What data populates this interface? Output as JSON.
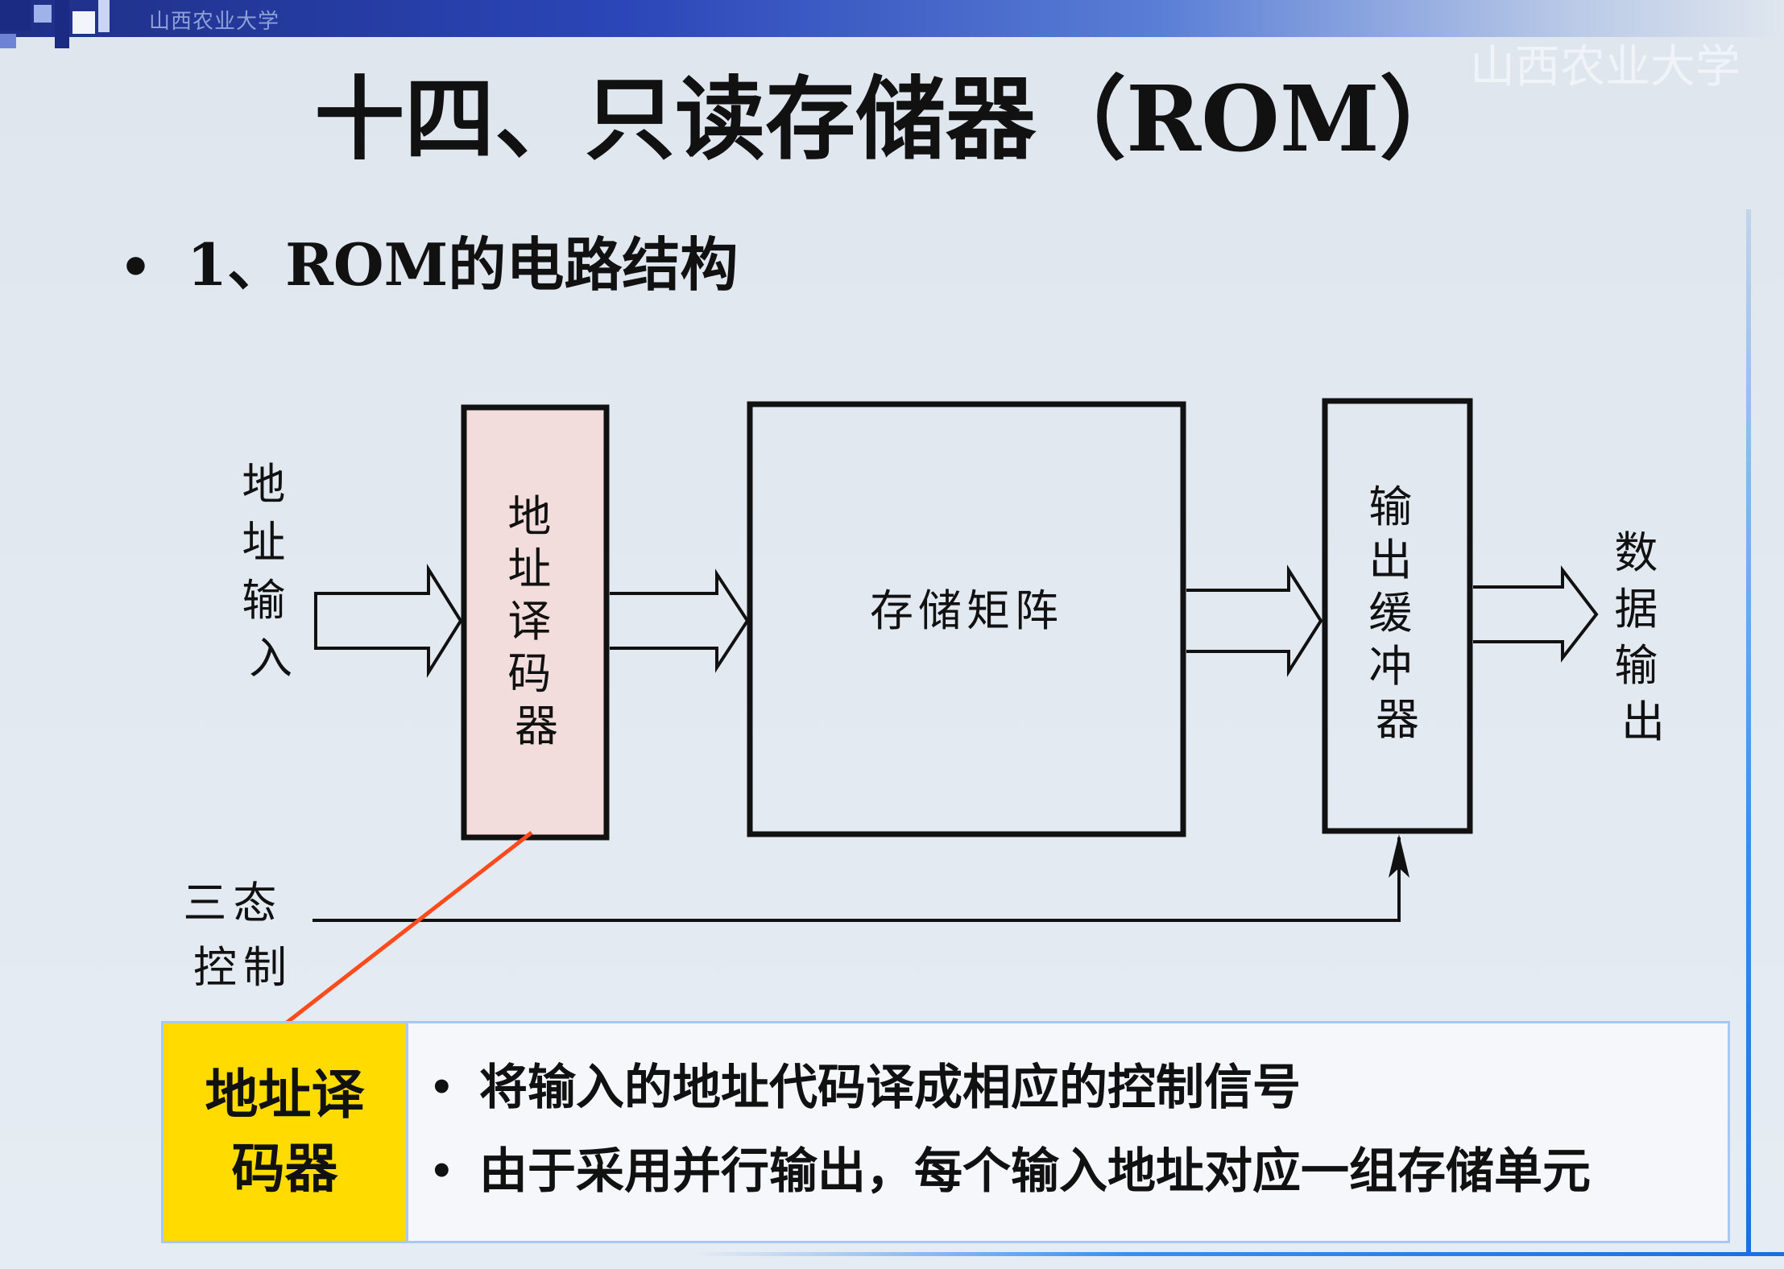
{
  "header": {
    "university": "山西农业大学",
    "watermark": "山西农业大学"
  },
  "slide": {
    "title": "十四、只读存储器（ROM）",
    "bullet": "1、ROM的电路结构"
  },
  "diagram": {
    "input_label": "地址输入",
    "decoder_label": "地址译码器",
    "matrix_label": "存储矩阵",
    "buffer_label": "输出缓冲器",
    "output_label": "数据输出",
    "control_label": [
      "三态",
      "控制"
    ],
    "decoder_fill": "#f3dcdc",
    "callout_line_color": "#ff4a1c"
  },
  "callout": {
    "heading": "地址译码器",
    "items": [
      "将输入的地址代码译成相应的控制信号",
      "由于采用并行输出，每个输入地址对应一组存储单元"
    ],
    "heading_color": "#ffdb00"
  }
}
